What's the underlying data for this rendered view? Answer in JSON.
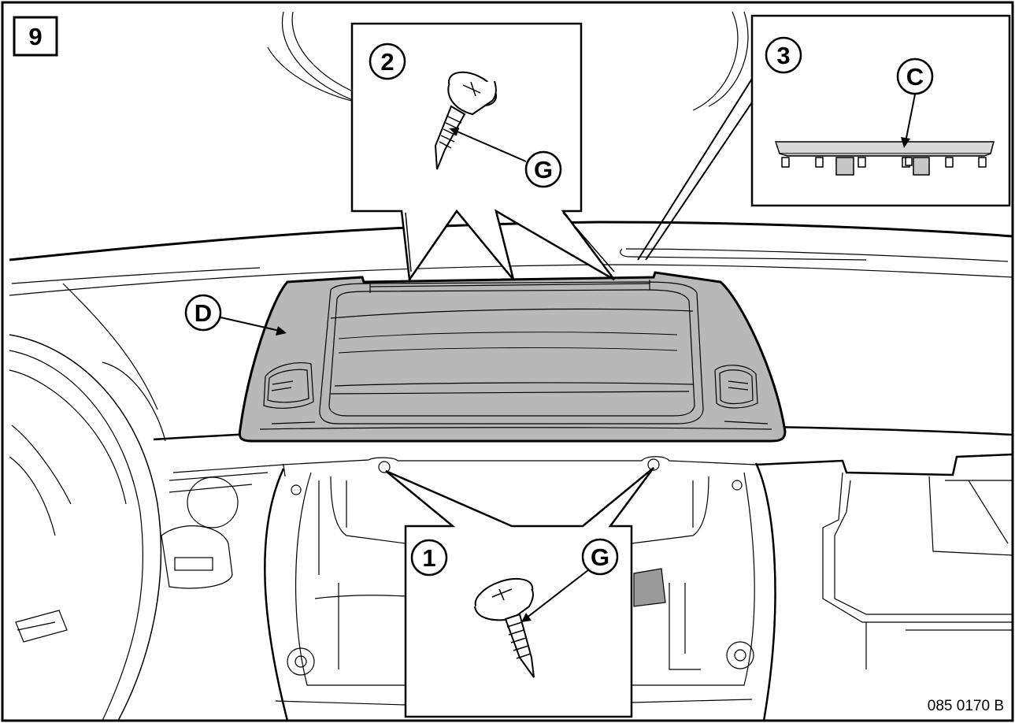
{
  "figure": {
    "step_number": "9",
    "figure_code": "085 0170 B"
  },
  "callouts": {
    "detail_1": "1",
    "detail_2": "2",
    "detail_3": "3"
  },
  "labels": {
    "screw_g_top": "G",
    "screw_g_bottom": "G",
    "trim_c": "C",
    "cover_d": "D"
  },
  "colors": {
    "line": "#000000",
    "part_fill": "#b8b8b8",
    "part_fill_light": "#d9d9d9",
    "background": "#ffffff"
  }
}
